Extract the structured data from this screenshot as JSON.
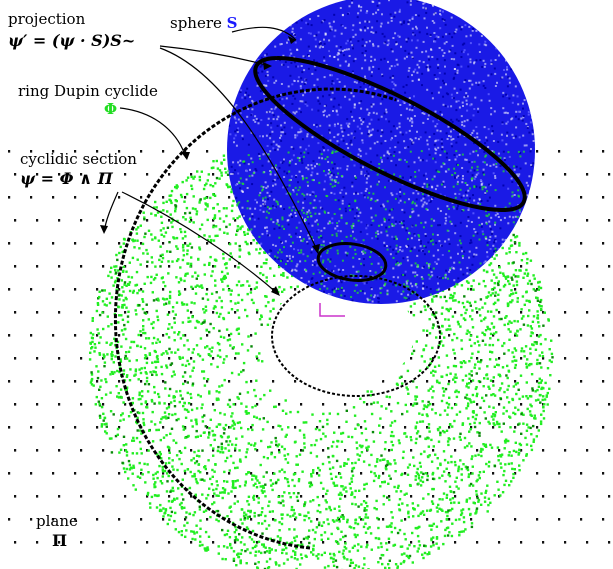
{
  "labels": {
    "projection_title": "projection",
    "projection_formula": "ψ′ = (ψ · S)S~",
    "sphere_word": "sphere",
    "sphere_symbol": "S",
    "cyclide_title": "ring Dupin cyclide",
    "cyclide_symbol": "Φ",
    "section_title": "cyclidic section",
    "section_formula": "ψ = Φ ∧ Π",
    "plane_word": "plane",
    "plane_symbol": "Π"
  },
  "colors": {
    "sphere": "#1414ee",
    "cyclide": "#22ee22",
    "plane": "#111111",
    "section_curve": "#000000",
    "highlight": "#cc33cc"
  }
}
